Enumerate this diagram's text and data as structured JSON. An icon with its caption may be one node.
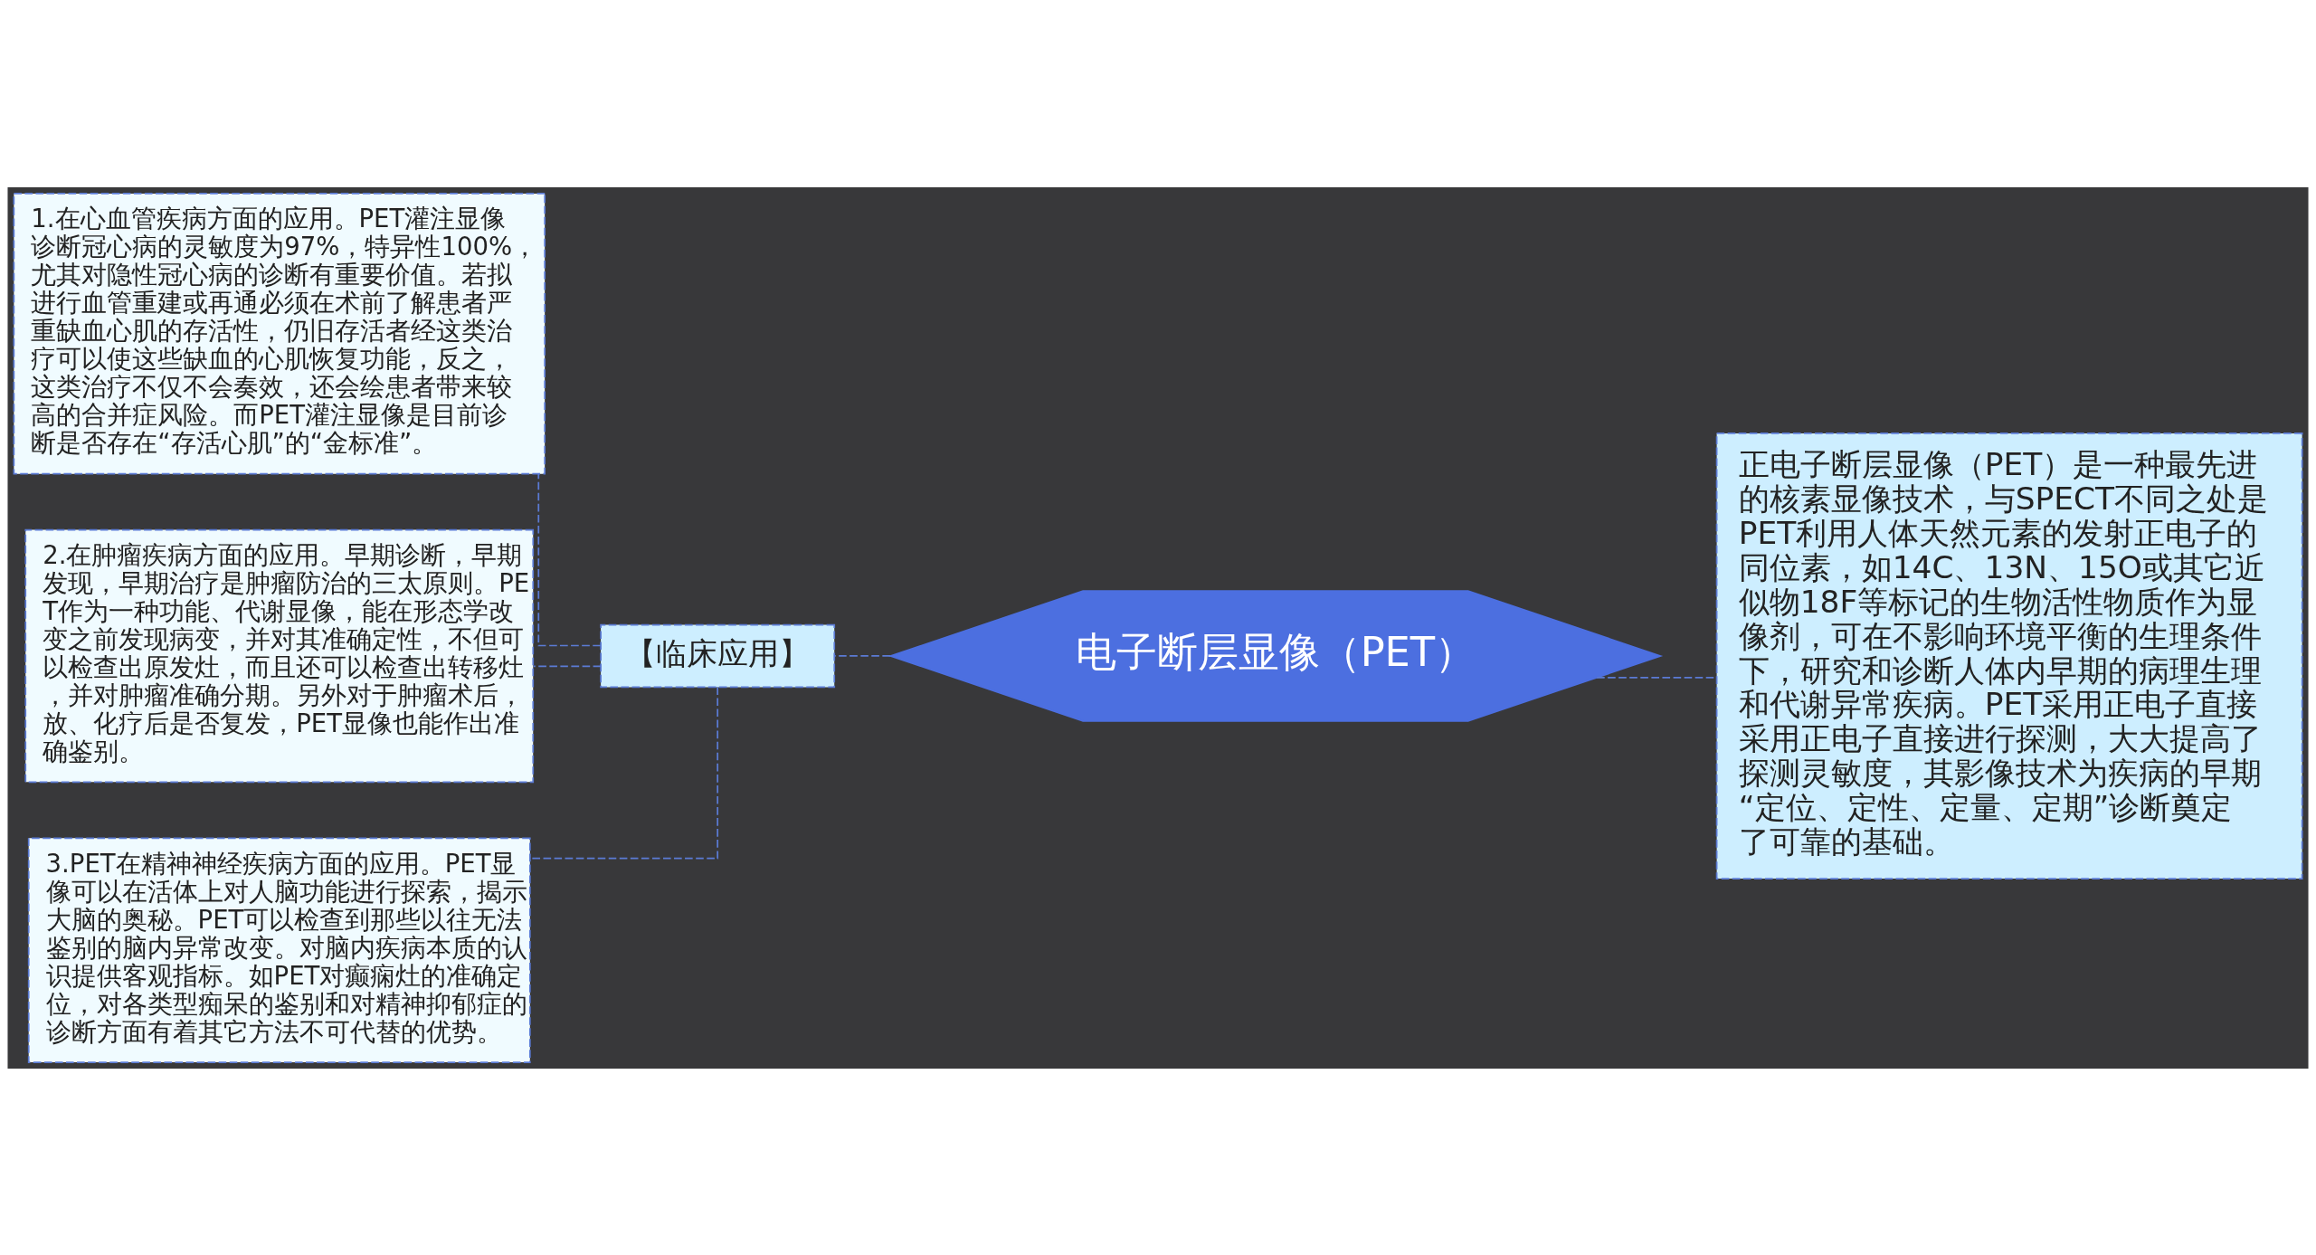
{
  "diagram": {
    "nodes": [
      {
        "text": [
          "电子断层显像（PET）"
        ]
      },
      {
        "text": [
          "正电子断层显像（PET）是一种最先进的核素显像技术，与SPECT不同之处是PET利用人体天然元素的发射正电子的同位素，如14C、13N、15O或其它近似物18F等标记的生物活性物质作为显像剂，可在不影响环境平衡的生理条件下，研究和诊断人体内早期的病理生理和代谢异常疾病。PET采用正电子直接采用正电子直接进行探测，大大提高了探测灵敏度，其影像技术为疾病的早期“定位、定性、定量、定期”诊断奠定了可靠的基础。"
        ]
      },
      {
        "text": [
          "【临床应用】"
        ]
      },
      {
        "text": [
          "1.在心血管疾病方面的应用。PET灌注显像诊断冠心病的灵敏度为97%，特异性100%，尤其对隐性冠心病的诊断有重要价值。若拟进行血管重建或再通必须在术前了解患者严重缺血心肌的存活性，仍旧存活者经这类治疗可以使这些缺血的心肌恢复功能，反之，这类治疗不仅不会奏效，还会绘患者带来较高的合并症风险。而PET灌注显像是目前诊断是否存在“存活心肌”的“金标准”。"
        ]
      },
      {
        "text": [
          "2.在肿瘤疾病方面的应用。早期诊断，早期发现，早期治疗是肿瘤防治的三太原则。PET作为一种功能、代谢显像，能在形态学改变之前发现病变，并对其准确定性，不但可以检查出原发灶，而且还可以检查出转移灶，并对肿瘤准确分期。另外对于肿瘤术后，放、化疗后是否复发，PET显像也能作出准确鉴别。"
        ]
      },
      {
        "text": [
          "3.PET在精神神经疾病方面的应用。PET显像可以在活体上对人脑功能进行探索，揭示大脑的奥秘。PET可以检查到那些以往无法鉴别的脑内异常改变。对脑内疾病本质的认识提供客观指标。如PET对癫痫灶的准确定位，对各类型痴呆的鉴别和对精神抑郁症的诊断方面有着其它方法不可代替的优势。"
        ]
      }
    ],
    "edges": [
      {
        "from": 0,
        "to": 1,
        "arrow": "none",
        "style": "dashed"
      },
      {
        "from": 0,
        "to": 2,
        "arrow": "none",
        "style": "dashed"
      },
      {
        "from": 2,
        "to": 3,
        "arrow": "none",
        "style": "dashed"
      },
      {
        "from": 2,
        "to": 4,
        "arrow": "none",
        "style": "dashed"
      },
      {
        "from": 2,
        "to": 5,
        "arrow": "none",
        "style": "dashed"
      }
    ]
  }
}
